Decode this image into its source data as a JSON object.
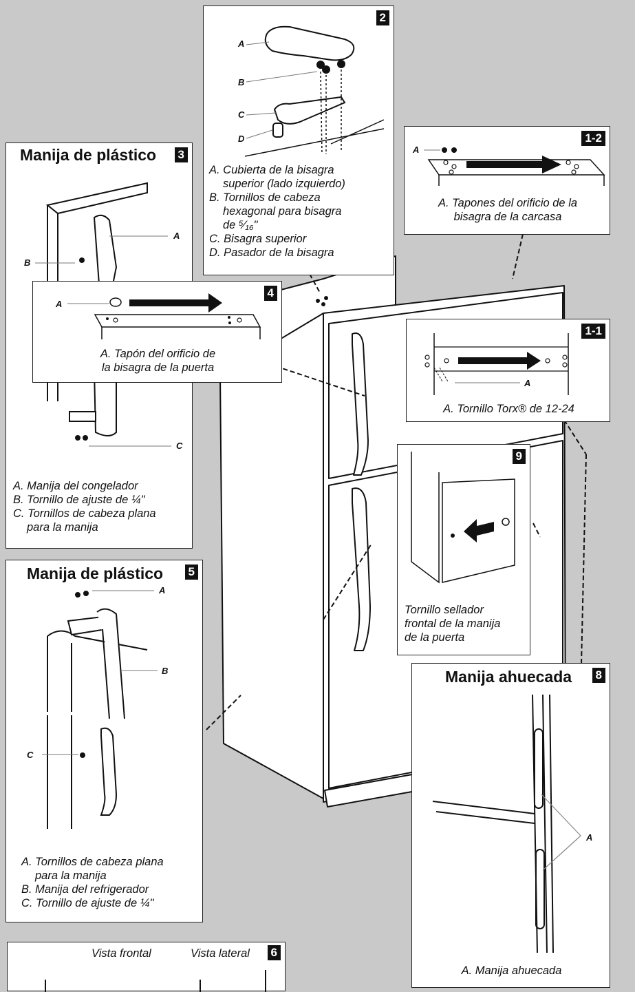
{
  "panel_2": {
    "badge": "2",
    "labels": {
      "a": "A",
      "b": "B",
      "c": "C",
      "d": "D"
    },
    "legend": [
      "A. Cubierta de la bisagra",
      "superior (lado izquierdo)",
      "B. Tornillos de cabeza",
      "hexagonal para bisagra",
      "de ⁵⁄₁₆\"",
      "C. Bisagra superior",
      "D. Pasador de la bisagra"
    ]
  },
  "panel_1_2": {
    "badge": "1-2",
    "label_a": "A",
    "legend": [
      "A. Tapones del orificio de la",
      "bisagra de la carcasa"
    ]
  },
  "panel_3": {
    "title": "Manija de plástico",
    "badge": "3",
    "labels": {
      "a": "A",
      "b": "B",
      "c": "C"
    },
    "legend": [
      "A. Manija del congelador",
      "B. Tornillo de ajuste de  ¼\"",
      "C. Tornillos de cabeza plana",
      "para la manija"
    ]
  },
  "panel_4": {
    "badge": "4",
    "label_a": "A",
    "legend": [
      "A. Tapón del orificio de",
      "la bisagra de la puerta"
    ]
  },
  "panel_1_1": {
    "badge": "1-1",
    "label_a": "A",
    "legend": [
      "A. Tornillo Torx® de 12-24"
    ]
  },
  "panel_9": {
    "badge": "9",
    "legend": [
      "Tornillo sellador",
      "frontal de la manija",
      "de la puerta"
    ]
  },
  "panel_5": {
    "title": "Manija de plástico",
    "badge": "5",
    "labels": {
      "a": "A",
      "b": "B",
      "c": "C"
    },
    "legend": [
      "A. Tornillos de cabeza plana",
      "para la manija",
      "B. Manija del refrigerador",
      "C. Tornillo de ajuste de ¼\""
    ]
  },
  "panel_8": {
    "title": "Manija ahuecada",
    "badge": "8",
    "label_a": "A",
    "legend": [
      "A. Manija ahuecada"
    ]
  },
  "panel_6": {
    "badge": "6",
    "front_view": "Vista frontal",
    "side_view": "Vista lateral"
  }
}
